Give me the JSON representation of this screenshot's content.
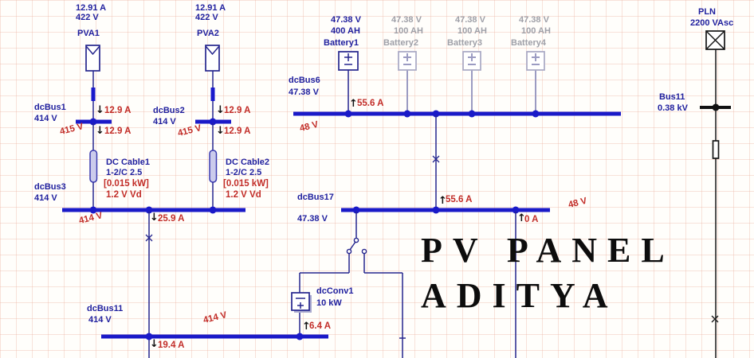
{
  "colors": {
    "bus_blue": "#1A1AC8",
    "line_navy": "#26268E",
    "label_navy": "#1F1F9E",
    "result_red": "#C22D28",
    "inactive_gray": "#9FA0A8",
    "black": "#111111",
    "grid_pink": "#E9AA96"
  },
  "glyphs": {
    "arrow_down": "↓",
    "arrow_up": "↑"
  },
  "pva1": {
    "current": "12.91 A",
    "voltage": "422 V",
    "name": "PVA1"
  },
  "pva2": {
    "current": "12.91 A",
    "voltage": "422 V",
    "name": "PVA2"
  },
  "dcbus1": {
    "name": "dcBus1",
    "voltage": "414 V",
    "operating_voltage": "415 V",
    "current_top": "12.9 A",
    "current_bottom": "12.9 A"
  },
  "dcbus2": {
    "name": "dcBus2",
    "voltage": "414 V",
    "operating_voltage": "415 V",
    "current_top": "12.9 A",
    "current_bottom": "12.9 A"
  },
  "cable1": {
    "name": "DC Cable1",
    "size": "1-2/C 2.5",
    "losses": "[0.015 kW]",
    "vd": "1.2 V Vd"
  },
  "cable2": {
    "name": "DC Cable2",
    "size": "1-2/C 2.5",
    "losses": "[0.015 kW]",
    "vd": "1.2 V Vd"
  },
  "dcbus3": {
    "name": "dcBus3",
    "voltage": "414 V",
    "operating_voltage": "414 V",
    "current": "25.9 A"
  },
  "batteries": [
    {
      "name": "Battery1",
      "voltage": "47.38 V",
      "capacity": "400 AH",
      "active": true
    },
    {
      "name": "Battery2",
      "voltage": "47.38 V",
      "capacity": "100 AH",
      "active": false
    },
    {
      "name": "Battery3",
      "voltage": "47.38 V",
      "capacity": "100 AH",
      "active": false
    },
    {
      "name": "Battery4",
      "voltage": "47.38 V",
      "capacity": "100 AH",
      "active": false
    }
  ],
  "dcbus6": {
    "name": "dcBus6",
    "voltage": "47.38 V",
    "operating_voltage": "48 V",
    "current": "55.6 A"
  },
  "dcbus17": {
    "name": "dcBus17",
    "voltage": "47.38 V",
    "operating_voltage": "48 V",
    "current_middle": "55.6 A",
    "current_right": "0 A"
  },
  "dcconv1": {
    "name": "dcConv1",
    "rating": "10 kW",
    "current": "6.4 A"
  },
  "dcbus11": {
    "name": "dcBus11",
    "voltage": "414 V",
    "operating_voltage": "414 V",
    "current": "19.4 A"
  },
  "pln": {
    "name": "PLN",
    "rating": "2200 VAsc"
  },
  "bus11": {
    "name": "Bus11",
    "voltage": "0.38 kV"
  },
  "title": {
    "line1": "PV PANEL",
    "line2": "ADITYA"
  }
}
